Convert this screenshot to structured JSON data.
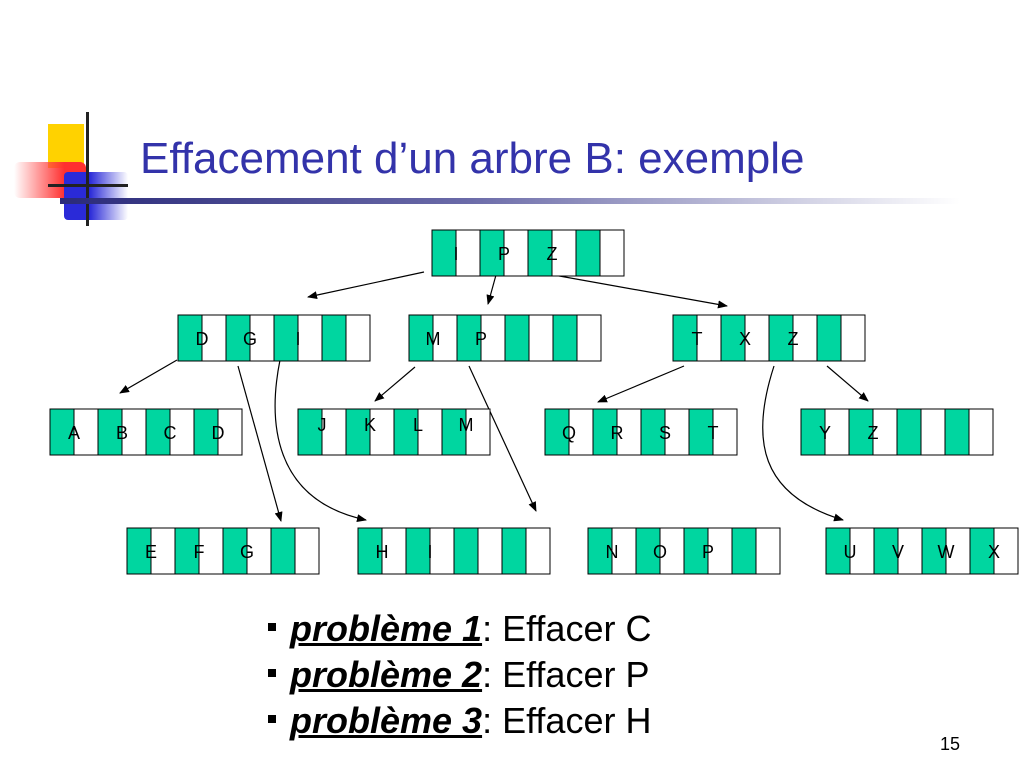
{
  "slide": {
    "title": "Effacement d’un arbre B: exemple",
    "page_number": "15"
  },
  "colors": {
    "title": "#3333aa",
    "key_cell": "#00d6a0",
    "logo_yellow": "#ffd200",
    "logo_red": "#ff3030",
    "logo_blue": "#2a2ad8"
  },
  "tree": {
    "nodes": [
      {
        "id": "root",
        "keys": [
          "I",
          "P",
          "Z"
        ]
      },
      {
        "id": "n1",
        "keys": [
          "D",
          "G",
          "I"
        ]
      },
      {
        "id": "n2",
        "keys": [
          "M",
          "P"
        ]
      },
      {
        "id": "n3",
        "keys": [
          "T",
          "X",
          "Z"
        ]
      },
      {
        "id": "l1",
        "keys": [
          "A",
          "B",
          "C",
          "D"
        ]
      },
      {
        "id": "l2",
        "keys": [
          "J",
          "K",
          "L",
          "M"
        ]
      },
      {
        "id": "l3",
        "keys": [
          "Q",
          "R",
          "S",
          "T"
        ]
      },
      {
        "id": "l4",
        "keys": [
          "Y",
          "Z"
        ]
      },
      {
        "id": "l5",
        "keys": [
          "E",
          "F",
          "G"
        ]
      },
      {
        "id": "l6",
        "keys": [
          "H",
          "I"
        ]
      },
      {
        "id": "l7",
        "keys": [
          "N",
          "O",
          "P"
        ]
      },
      {
        "id": "l8",
        "keys": [
          "U",
          "V",
          "W",
          "X"
        ]
      }
    ],
    "edges": [
      [
        "root",
        "n1"
      ],
      [
        "root",
        "n2"
      ],
      [
        "root",
        "n3"
      ],
      [
        "n1",
        "l1"
      ],
      [
        "n1",
        "l5"
      ],
      [
        "n1",
        "l6"
      ],
      [
        "n2",
        "l2"
      ],
      [
        "n2",
        "l7"
      ],
      [
        "n3",
        "l3"
      ],
      [
        "n3",
        "l4"
      ],
      [
        "n3",
        "l8"
      ]
    ]
  },
  "problems": [
    {
      "label": "problème 1",
      "text": ": Effacer C"
    },
    {
      "label": "problème 2",
      "text": ": Effacer P"
    },
    {
      "label": "problème 3",
      "text": ": Effacer H"
    }
  ]
}
